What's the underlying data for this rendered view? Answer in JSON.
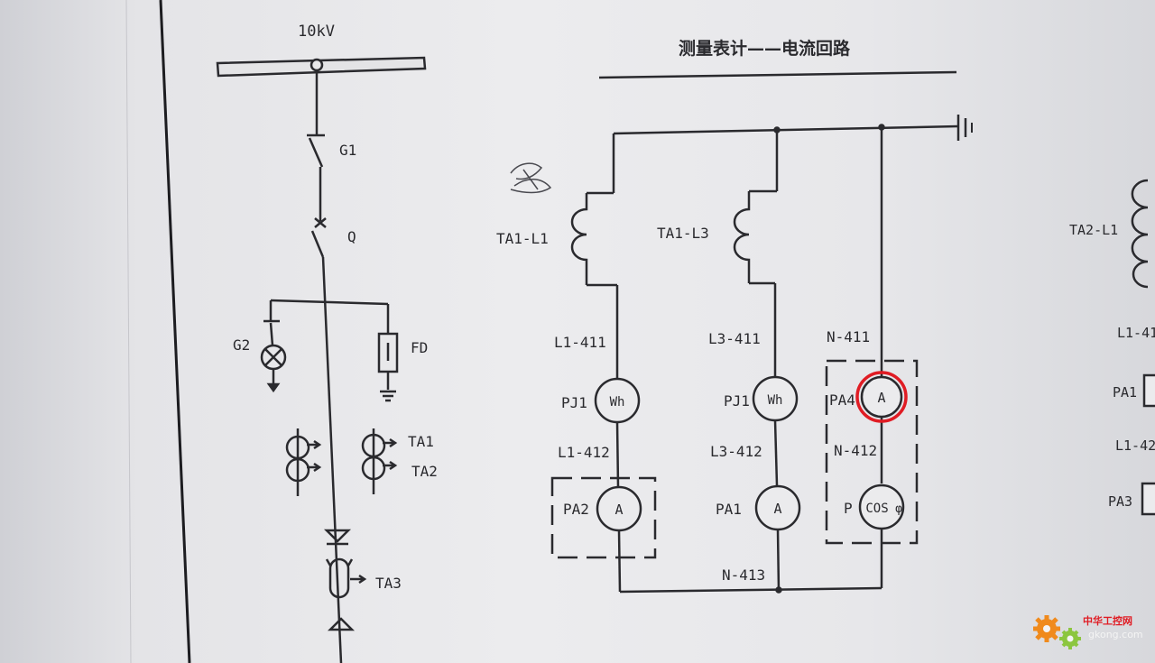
{
  "title": "测量表计——电流回路",
  "bus": {
    "label": "10kV"
  },
  "left_panel": {
    "switch_g1": "G1",
    "breaker_q": "Q",
    "indicator_g2": "G2",
    "arrester_fd": "FD",
    "ct_ta1": "TA1",
    "ct_ta2": "TA2",
    "ct_ta3": "TA3"
  },
  "current_circuit": {
    "ct_l1": "TA1-L1",
    "ct_l3": "TA1-L3",
    "wire_l1_411": "L1-411",
    "wire_l3_411": "L3-411",
    "wire_n_411": "N-411",
    "wire_l1_412": "L1-412",
    "wire_l3_412": "L3-412",
    "wire_n_412": "N-412",
    "wire_n_413": "N-413",
    "meter_pj1_a": {
      "tag": "PJ1",
      "symbol": "Wh"
    },
    "meter_pj1_b": {
      "tag": "PJ1",
      "symbol": "Wh"
    },
    "meter_pa2": {
      "tag": "PA2",
      "symbol": "A"
    },
    "meter_pa1": {
      "tag": "PA1",
      "symbol": "A"
    },
    "meter_pa4": {
      "tag": "PA4",
      "symbol": "A"
    },
    "meter_p": {
      "tag": "P",
      "symbol": "COS",
      "suffix": "φ"
    }
  },
  "right_edge": {
    "ct": "TA2-L1",
    "wire_1": "L1-41",
    "meter_1": "PA1",
    "wire_2": "L1-42",
    "meter_2": "PA3"
  },
  "watermark": {
    "site": "gkong.com",
    "brand": "中华工控网"
  },
  "colors": {
    "ink": "#2a2a2e",
    "paper": "#e8e8ea",
    "highlight": "#e01c24",
    "watermark_orange": "#f08a1c",
    "watermark_green": "#8cc63f"
  }
}
